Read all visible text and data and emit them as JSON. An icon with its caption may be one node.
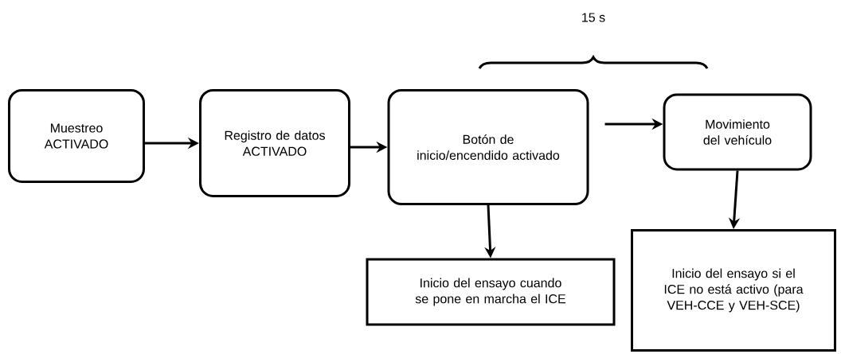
{
  "diagram": {
    "nodes": [
      {
        "text": [
          "Muestreo ACTIVADO"
        ]
      },
      {
        "text": [
          "Registro de datos ACTIVADO"
        ]
      },
      {
        "text": [
          "Botón de inicio/encendido activado"
        ]
      },
      {
        "text": [
          "Movimiento del vehículo"
        ]
      },
      {
        "text": [
          "Inicio del ensayo cuando se pone en marcha el ICE"
        ]
      },
      {
        "text": [
          "Inicio del ensayo si el ICE no está activo (para VEH-CCE y VEH-SCE)"
        ]
      }
    ],
    "edges": [
      {
        "from": 0,
        "to": 1,
        "arrow": "to"
      },
      {
        "from": 1,
        "to": 2,
        "arrow": "to"
      },
      {
        "from": 2,
        "to": 3,
        "arrow": "to"
      },
      {
        "from": 2,
        "to": 4,
        "arrow": "to"
      },
      {
        "from": 3,
        "to": 5,
        "arrow": "to"
      }
    ],
    "labels": [
      "15 s"
    ]
  }
}
